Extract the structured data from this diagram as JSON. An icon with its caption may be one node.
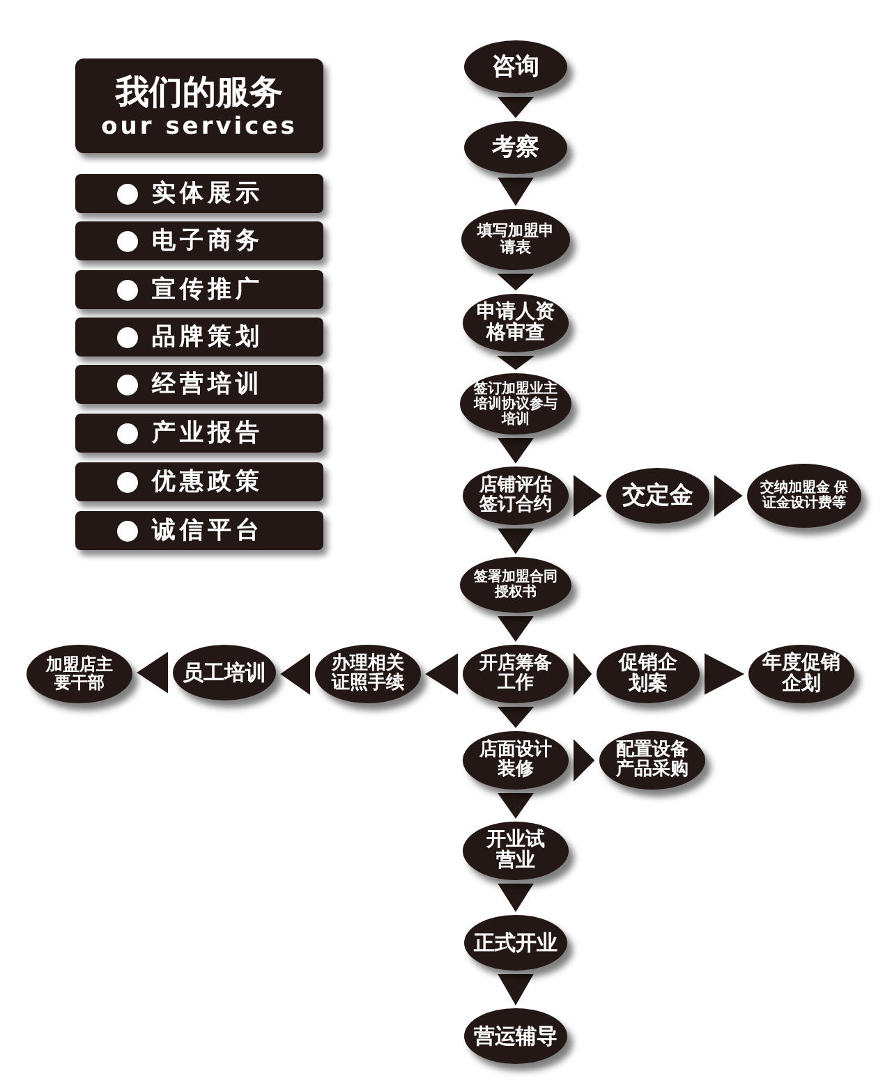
{
  "diagram": {
    "nodes": [
      {
        "text": [
          "我们的服务",
          "our services"
        ]
      },
      {
        "text": [
          "实体展示"
        ]
      },
      {
        "text": [
          "电子商务"
        ]
      },
      {
        "text": [
          "宣传推广"
        ]
      },
      {
        "text": [
          "品牌策划"
        ]
      },
      {
        "text": [
          "经营培训"
        ]
      },
      {
        "text": [
          "产业报告"
        ]
      },
      {
        "text": [
          "优惠政策"
        ]
      },
      {
        "text": [
          "诚信平台"
        ]
      },
      {
        "text": [
          "咨询"
        ]
      },
      {
        "text": [
          "考察"
        ]
      },
      {
        "text": [
          "填写加盟申请表"
        ]
      },
      {
        "text": [
          "申请人资格审查"
        ]
      },
      {
        "text": [
          "签订加盟业主培训协议参与培训"
        ]
      },
      {
        "text": [
          "店铺评估签订合约"
        ]
      },
      {
        "text": [
          "交定金"
        ]
      },
      {
        "text": [
          "交纳加盟金 保证金设计费等"
        ]
      },
      {
        "text": [
          "签署加盟合同授权书"
        ]
      },
      {
        "text": [
          "开店筹备工作"
        ]
      },
      {
        "text": [
          "办理相关证照手续"
        ]
      },
      {
        "text": [
          "员工培训"
        ]
      },
      {
        "text": [
          "加盟店主要干部"
        ]
      },
      {
        "text": [
          "促销企划案"
        ]
      },
      {
        "text": [
          "年度促销企划"
        ]
      },
      {
        "text": [
          "店面设计装修"
        ]
      },
      {
        "text": [
          "配置设备产品采购"
        ]
      },
      {
        "text": [
          "开业试营业"
        ]
      },
      {
        "text": [
          "正式开业"
        ]
      },
      {
        "text": [
          "营运辅导"
        ]
      }
    ],
    "edges": [
      {
        "from": 9,
        "to": 10,
        "arrow": "to"
      },
      {
        "from": 10,
        "to": 11,
        "arrow": "to"
      },
      {
        "from": 11,
        "to": 12,
        "arrow": "to"
      },
      {
        "from": 12,
        "to": 13,
        "arrow": "to"
      },
      {
        "from": 13,
        "to": 14,
        "arrow": "to"
      },
      {
        "from": 14,
        "to": 15,
        "arrow": "to"
      },
      {
        "from": 15,
        "to": 16,
        "arrow": "to"
      },
      {
        "from": 14,
        "to": 17,
        "arrow": "to"
      },
      {
        "from": 17,
        "to": 18,
        "arrow": "to"
      },
      {
        "from": 18,
        "to": 19,
        "arrow": "to"
      },
      {
        "from": 19,
        "to": 20,
        "arrow": "to"
      },
      {
        "from": 20,
        "to": 21,
        "arrow": "to"
      },
      {
        "from": 18,
        "to": 22,
        "arrow": "to"
      },
      {
        "from": 22,
        "to": 23,
        "arrow": "to"
      },
      {
        "from": 18,
        "to": 24,
        "arrow": "to"
      },
      {
        "from": 24,
        "to": 25,
        "arrow": "to"
      },
      {
        "from": 24,
        "to": 26,
        "arrow": "to"
      },
      {
        "from": 26,
        "to": 27,
        "arrow": "to"
      },
      {
        "from": 27,
        "to": 28,
        "arrow": "to"
      }
    ]
  }
}
